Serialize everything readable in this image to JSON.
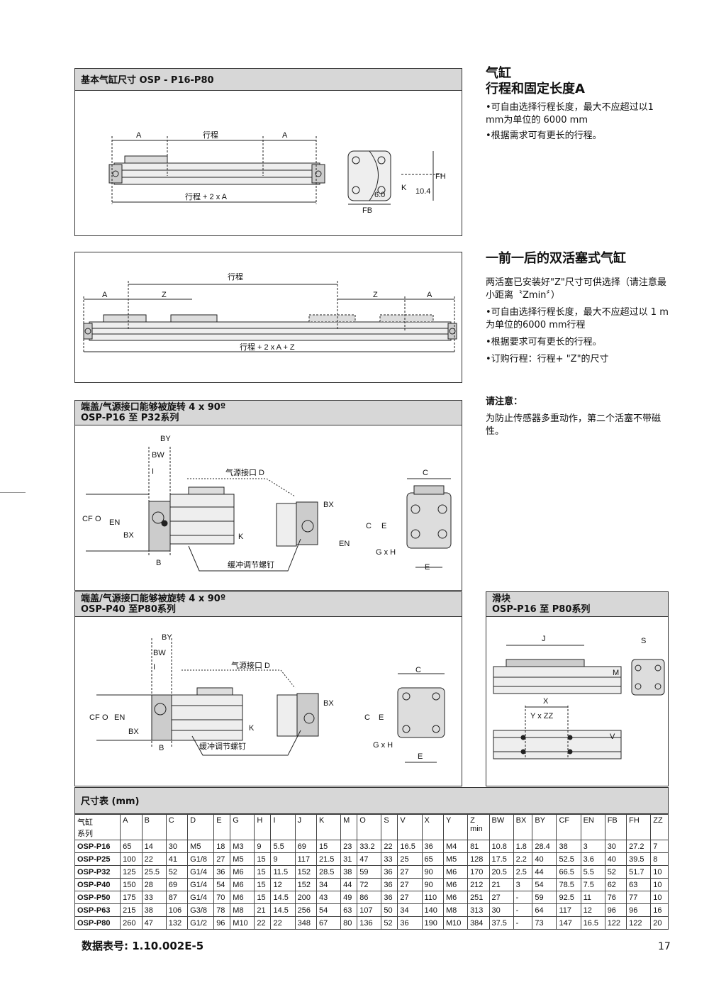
{
  "panels": {
    "basic": {
      "title": "基本气缸尺寸 OSP - P16-P80"
    },
    "endcap_small": {
      "title_line1": "端盖/气源接口能够被旋转  4 x 90º",
      "title_line2": "OSP-P16 至 P32系列"
    },
    "endcap_large": {
      "title_line1": "端盖/气源接口能够被旋转  4 x 90º",
      "title_line2": "OSP-P40 至P80系列"
    },
    "slide": {
      "title_line1": "滑块",
      "title_line2": "OSP-P16 至 P80系列"
    },
    "table": {
      "title": "尺寸表 (mm)"
    }
  },
  "labels": {
    "A": "A",
    "stroke": "行程",
    "stroke_2A": "行程 + 2 x A",
    "stroke_2AZ": "行程 + 2 x A + Z",
    "Z": "Z",
    "FB": "FB",
    "FH": "FH",
    "K": "K",
    "val104": "10.4",
    "val60": "6.0",
    "BY": "BY",
    "BW": "BW",
    "I": "I",
    "CF": "CF",
    "O": "O",
    "EN": "EN",
    "BX": "BX",
    "B": "B",
    "air_port": "气源接口 D",
    "air_port2": "气源接口 D",
    "cushion": "缓冲调节螺钉",
    "C": "C",
    "E": "E",
    "GxH": "G x H",
    "J": "J",
    "S": "S",
    "M": "M",
    "X": "X",
    "YxZZ": "Y x ZZ",
    "V": "V"
  },
  "right": {
    "sec1": {
      "title1": "气缸",
      "title2": "行程和固定长度A",
      "b1": "•可自由选择行程长度，最大不应超过以1 mm为单位的 6000 mm",
      "b2": "•根据需求可有更长的行程。"
    },
    "sec2": {
      "title": "一前一后的双活塞式气缸",
      "p1": "两活塞已安装好\"Z\"尺寸可供选择（请注意最小距离〝Zmin〞）",
      "b1": "•可自由选择行程长度，最大不应超过以 1 m为单位的6000 mm行程",
      "b2": "•根据要求可有更长的行程。",
      "b3": "•订购行程：行程+ \"Z\"的尺寸"
    },
    "sec3": {
      "title": "请注意：",
      "text": "为防止传感器多重动作，第二个活塞不带磁性。"
    }
  },
  "table": {
    "header": [
      "气缸\n系列",
      "A",
      "B",
      "C",
      "D",
      "E",
      "G",
      "H",
      "I",
      "J",
      "K",
      "M",
      "O",
      "S",
      "V",
      "X",
      "Y",
      "Z\nmin",
      "BW",
      "BX",
      "BY",
      "CF",
      "EN",
      "FB",
      "FH",
      "ZZ"
    ],
    "rows": [
      [
        "OSP-P16",
        "65",
        "14",
        "30",
        "M5",
        "18",
        "M3",
        "9",
        "5.5",
        "69",
        "15",
        "23",
        "33.2",
        "22",
        "16.5",
        "36",
        "M4",
        "81",
        "10.8",
        "1.8",
        "28.4",
        "38",
        "3",
        "30",
        "27.2",
        "7"
      ],
      [
        "OSP-P25",
        "100",
        "22",
        "41",
        "G1/8",
        "27",
        "M5",
        "15",
        "9",
        "117",
        "21.5",
        "31",
        "47",
        "33",
        "25",
        "65",
        "M5",
        "128",
        "17.5",
        "2.2",
        "40",
        "52.5",
        "3.6",
        "40",
        "39.5",
        "8"
      ],
      [
        "OSP-P32",
        "125",
        "25.5",
        "52",
        "G1/4",
        "36",
        "M6",
        "15",
        "11.5",
        "152",
        "28.5",
        "38",
        "59",
        "36",
        "27",
        "90",
        "M6",
        "170",
        "20.5",
        "2.5",
        "44",
        "66.5",
        "5.5",
        "52",
        "51.7",
        "10"
      ],
      [
        "OSP-P40",
        "150",
        "28",
        "69",
        "G1/4",
        "54",
        "M6",
        "15",
        "12",
        "152",
        "34",
        "44",
        "72",
        "36",
        "27",
        "90",
        "M6",
        "212",
        "21",
        "3",
        "54",
        "78.5",
        "7.5",
        "62",
        "63",
        "10"
      ],
      [
        "OSP-P50",
        "175",
        "33",
        "87",
        "G1/4",
        "70",
        "M6",
        "15",
        "14.5",
        "200",
        "43",
        "49",
        "86",
        "36",
        "27",
        "110",
        "M6",
        "251",
        "27",
        "-",
        "59",
        "92.5",
        "11",
        "76",
        "77",
        "10"
      ],
      [
        "OSP-P63",
        "215",
        "38",
        "106",
        "G3/8",
        "78",
        "M8",
        "21",
        "14.5",
        "256",
        "54",
        "63",
        "107",
        "50",
        "34",
        "140",
        "M8",
        "313",
        "30",
        "-",
        "64",
        "117",
        "12",
        "96",
        "96",
        "16"
      ],
      [
        "OSP-P80",
        "260",
        "47",
        "132",
        "G1/2",
        "96",
        "M10",
        "22",
        "22",
        "348",
        "67",
        "80",
        "136",
        "52",
        "36",
        "190",
        "M10",
        "384",
        "37.5",
        "-",
        "73",
        "147",
        "16.5",
        "122",
        "122",
        "20"
      ]
    ]
  },
  "footer": {
    "datasheet": "数据表号:  1.10.002E-5",
    "page": "17"
  }
}
